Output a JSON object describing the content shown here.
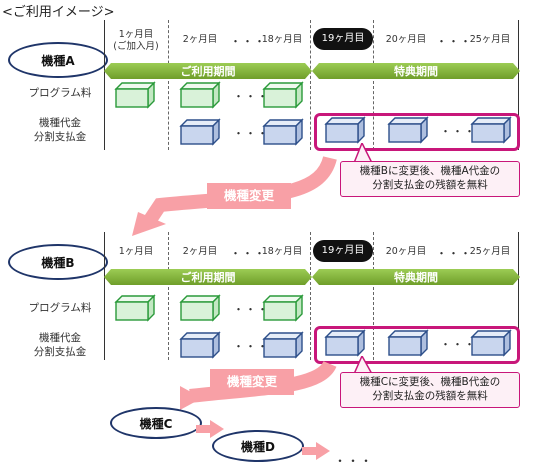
{
  "heading": "<ご利用イメージ>",
  "section_a": {
    "model": "機種A",
    "columns": [
      "1ヶ月目\n(ご加入月)",
      "2ヶ月目",
      "18ヶ月目",
      "19ヶ月目",
      "20ヶ月目",
      "25ヶ月目"
    ],
    "ellipsis": "・・・",
    "period_usage": "ご利用期間",
    "period_benefit": "特典期間",
    "row_program": "プログラム料",
    "row_device": "機種代金\n分割支払金",
    "note": "機種Bに変更後、機種A代金の\n分割支払金の残額を無料"
  },
  "change_label": "機種変更",
  "section_b": {
    "model": "機種B",
    "columns": [
      "1ヶ月目",
      "2ヶ月目",
      "18ヶ月目",
      "19ヶ月目",
      "20ヶ月目",
      "25ヶ月目"
    ],
    "ellipsis": "・・・",
    "period_usage": "ご利用期間",
    "period_benefit": "特典期間",
    "row_program": "プログラム料",
    "row_device": "機種代金\n分割支払金",
    "note": "機種Cに変更後、機種B代金の\n分割支払金の残額を無料"
  },
  "model_c": "機種C",
  "model_d": "機種D",
  "trailing_ellipsis": "・・・",
  "colors": {
    "navy": "#1f3569",
    "green_bar": "#7fae35",
    "pink": "#c8177a",
    "arrow": "#f8a0a6",
    "cube_green": "#d9f2d9",
    "cube_blue": "#c9d6ee"
  }
}
